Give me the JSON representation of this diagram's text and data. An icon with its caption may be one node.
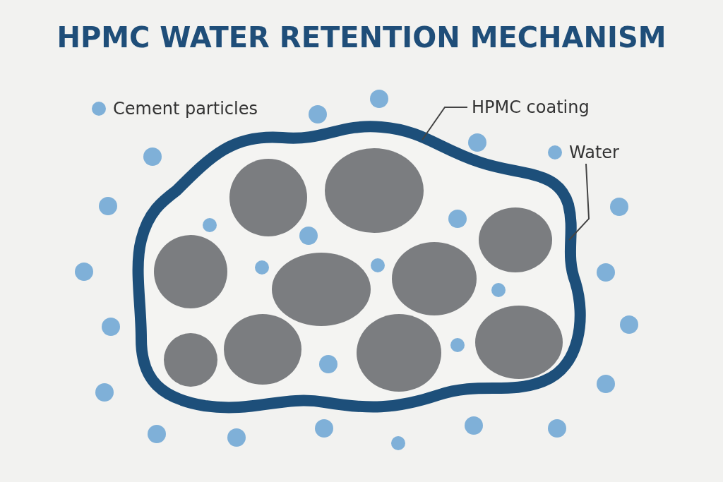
{
  "diagram": {
    "title": "HPMC WATER RETENTION MECHANISM",
    "nodes": [
      {
        "text": [
          "HPMC coating"
        ]
      },
      {
        "text": [
          "Water"
        ]
      },
      {
        "text": [],
        "shape": "cloud"
      }
    ],
    "edges": [
      {
        "from": 0,
        "to": 2,
        "arrow": "none"
      },
      {
        "from": 1,
        "to": 2,
        "arrow": "none"
      }
    ],
    "legend": [
      {
        "text": "Cement particles",
        "color": "#7fb0d8"
      }
    ]
  }
}
